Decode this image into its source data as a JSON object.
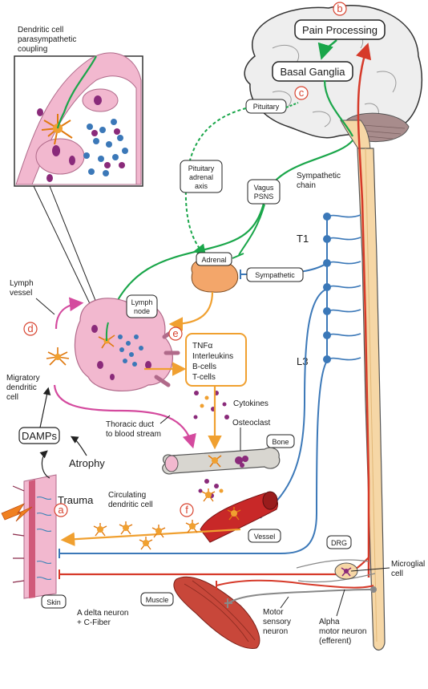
{
  "brain": {
    "pain_processing": "Pain Processing",
    "basal_ganglia": "Basal Ganglia",
    "pituitary": "Pituitary"
  },
  "markers": {
    "a": "a",
    "b": "b",
    "c": "c",
    "d": "d",
    "e": "e",
    "f": "f"
  },
  "inset": {
    "title_line1": "Dendritic cell",
    "title_line2": "parasympathetic",
    "title_line3": "coupling"
  },
  "labels": {
    "pituitary_axis_1": "Pituitary",
    "pituitary_axis_2": "adrenal",
    "pituitary_axis_3": "axis",
    "vagus_1": "Vagus",
    "vagus_2": "PSNS",
    "sympathetic_chain_1": "Sympathetic",
    "sympathetic_chain_2": "chain",
    "t1": "T1",
    "l3": "L3",
    "adrenal": "Adrenal",
    "sympathetic": "Sympathetic",
    "lymph_node_1": "Lymph",
    "lymph_node_2": "node",
    "lymph_vessel_1": "Lymph",
    "lymph_vessel_2": "vessel",
    "migratory_1": "Migratory",
    "migratory_2": "dendritic",
    "migratory_3": "cell",
    "cytokine_box_1": "TNFα",
    "cytokine_box_2": "Interleukins",
    "cytokine_box_3": "B-cells",
    "cytokine_box_4": "T-cells",
    "cytokines": "Cytokines",
    "osteoclast": "Osteoclast",
    "bone": "Bone",
    "thoracic_1": "Thoracic duct",
    "thoracic_2": "to blood stream",
    "damps": "DAMPs",
    "atrophy": "Atrophy",
    "trauma": "Trauma",
    "circulating_1": "Circulating",
    "circulating_2": "dendritic cell",
    "vessel": "Vessel",
    "drg": "DRG",
    "microglial_1": "Microglial",
    "microglial_2": "cell",
    "skin": "Skin",
    "adelta_1": "A delta neuron",
    "adelta_2": "+ C-Fiber",
    "muscle": "Muscle",
    "motor_sensory_1": "Motor",
    "motor_sensory_2": "sensory",
    "motor_sensory_3": "neuron",
    "alpha_1": "Alpha",
    "alpha_2": "motor neuron",
    "alpha_3": "(efferent)"
  },
  "colors": {
    "green": "#1aa64a",
    "blue": "#3b78b8",
    "orange": "#f0a030",
    "red": "#d63a2a",
    "magenta": "#d44a9e",
    "purple": "#8a2a7a",
    "pink_tissue": "#f2b8cf",
    "spine": "#f6d7a6"
  }
}
